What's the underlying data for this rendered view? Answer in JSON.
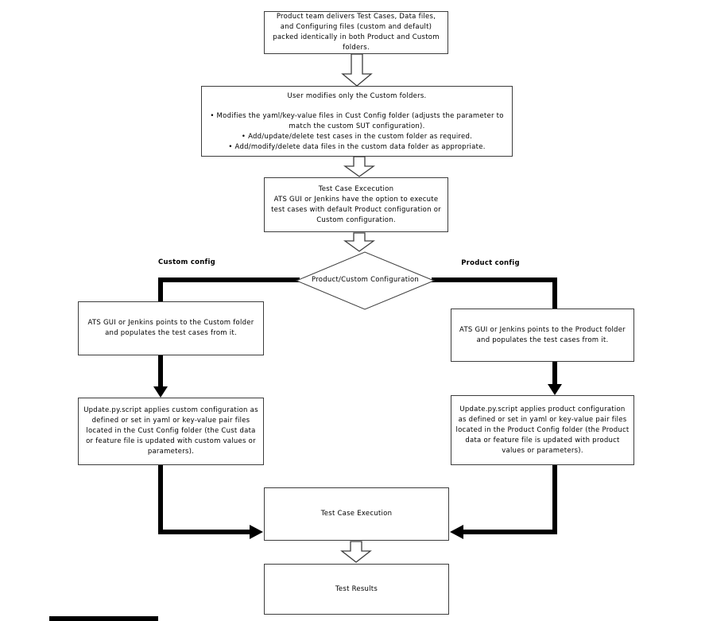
{
  "diagram": {
    "nodes": {
      "delivery": {
        "text": "Product team delivers Test Cases, Data files, and Configuring files (custom and default) packed identically in both Product and Custom folders."
      },
      "user_modifies": {
        "title": "User modifies only the Custom folders.",
        "bullets": [
          "Modifies the yaml/key-value files in Cust Config folder (adjusts the parameter to match the custom SUT configuration).",
          "Add/update/delete test cases in the custom folder as required.",
          "Add/modify/delete data files in the custom data folder as appropriate."
        ]
      },
      "execution_option": {
        "title": "Test Case Excecution",
        "body": "ATS GUI or Jenkins have the option to execute test cases with default Product configuration or Custom configuration."
      },
      "decision": {
        "text": "Product/Custom Configuration"
      },
      "custom_branch_label": "Custom config",
      "product_branch_label": "Product config",
      "custom_points": {
        "text": "ATS GUI or Jenkins points to the Custom folder and populates the test cases from it."
      },
      "product_points": {
        "text": "ATS GUI or Jenkins points to the Product folder and populates the test cases from it."
      },
      "custom_update": {
        "text": "Update.py.script applies custom configuration as defined or set in yaml or key-value pair files located in the Cust Config folder (the Cust data or feature file is updated with custom values or parameters)."
      },
      "product_update": {
        "text": "Update.py.script applies product configuration as defined or set in yaml or key-value pair files located in the Product Config folder (the Product data or feature file is updated with product values or parameters)."
      },
      "test_case_execution": {
        "text": "Test Case Execution"
      },
      "test_results": {
        "text": "Test Results"
      }
    },
    "colors": {
      "connector": "#000000",
      "box_border": "#3d3d3d",
      "background": "#ffffff",
      "text": "#000000"
    }
  }
}
